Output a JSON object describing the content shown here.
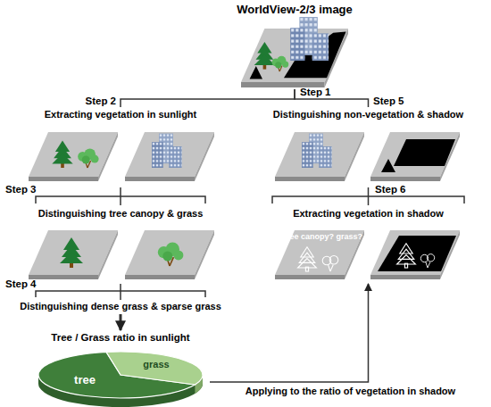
{
  "diagram": {
    "nodes": [
      {
        "text": [
          "WorldView-2/3 image"
        ]
      },
      {
        "text": [
          "Extracting vegetation in sunlight"
        ]
      },
      {
        "text": [
          "Distinguishing non-vegetation & shadow"
        ]
      },
      {
        "text": [
          "Distinguishing tree canopy & grass"
        ]
      },
      {
        "text": [
          "Distinguishing dense grass & sparse grass"
        ]
      },
      {
        "text": [
          "Tree / Grass ratio in sunlight",
          "tree",
          "grass"
        ]
      },
      {
        "text": [
          "Extracting vegetation in shadow",
          "tree canopy? grass?"
        ]
      }
    ],
    "edges": [
      {
        "from": 0,
        "to": 1,
        "arrow": "none",
        "label": "Step 2"
      },
      {
        "from": 0,
        "to": 2,
        "arrow": "none",
        "label": "Step 5"
      },
      {
        "from": 1,
        "to": 3,
        "arrow": "none",
        "label": "Step 3"
      },
      {
        "from": 3,
        "to": 4,
        "arrow": "none",
        "label": "Step 4"
      },
      {
        "from": 4,
        "to": 5,
        "arrow": "to"
      },
      {
        "from": 2,
        "to": 6,
        "arrow": "none",
        "label": "Step 6"
      },
      {
        "from": 5,
        "to": 6,
        "arrow": "to",
        "label": "Applying to the ratio of vegetation in shadow"
      }
    ],
    "labels": [
      "Step 1"
    ]
  }
}
